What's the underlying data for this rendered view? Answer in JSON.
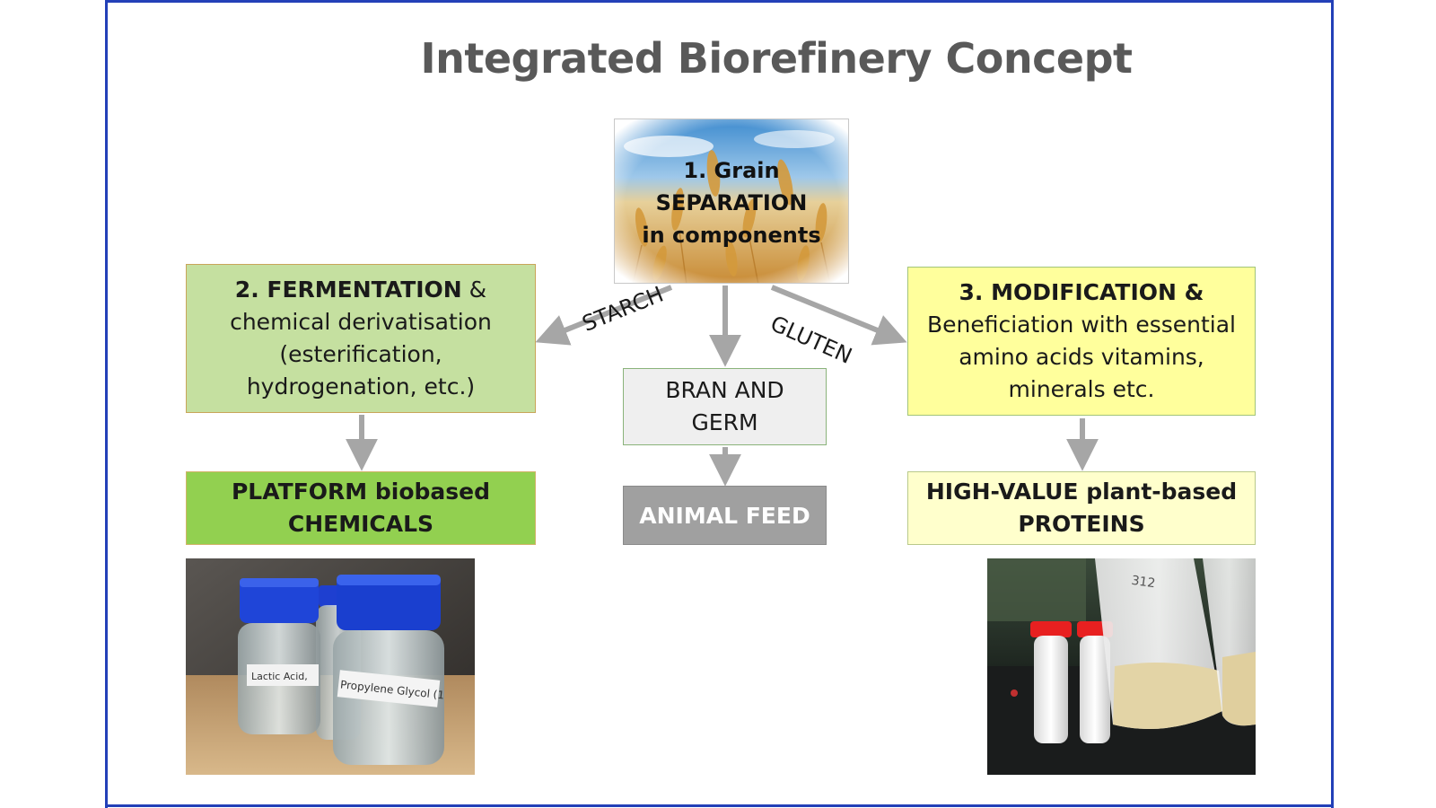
{
  "title": "Integrated Biorefinery Concept",
  "grain": {
    "lines": [
      "1. Grain",
      "SEPARATION",
      "in components"
    ]
  },
  "fermentation": {
    "bold": "2. FERMENTATION",
    "suffix": " &",
    "lines": [
      "chemical derivatisation",
      "(esterification,",
      "hydrogenation, etc.)"
    ]
  },
  "modification": {
    "bold": "3. MODIFICATION &",
    "lines": [
      "Beneficiation with  essential",
      "amino acids vitamins,",
      "minerals etc."
    ]
  },
  "bran": {
    "lines": [
      "BRAN AND",
      "GERM"
    ]
  },
  "platform": {
    "lines": [
      "PLATFORM biobased",
      "CHEMICALS"
    ]
  },
  "feed": {
    "label": "ANIMAL FEED"
  },
  "proteins": {
    "lines": [
      "HIGH-VALUE plant-based",
      "PROTEINS"
    ]
  },
  "edge_labels": {
    "starch": "STARCH",
    "gluten": "GLUTEN"
  },
  "photo_labels": {
    "bottle1": "Lactic Acid,",
    "bottle2": "Propylene Glycol (1",
    "bag_note": "312"
  },
  "colors": {
    "frame": "#2340b8",
    "arrow": "#a6a6a6",
    "fermentation_fill": "#c5e0a0",
    "platform_fill": "#92d050",
    "modification_fill": "#ffff9c",
    "proteins_fill": "#ffffcc",
    "feed_fill": "#a0a0a0",
    "bran_fill": "#efefef"
  }
}
